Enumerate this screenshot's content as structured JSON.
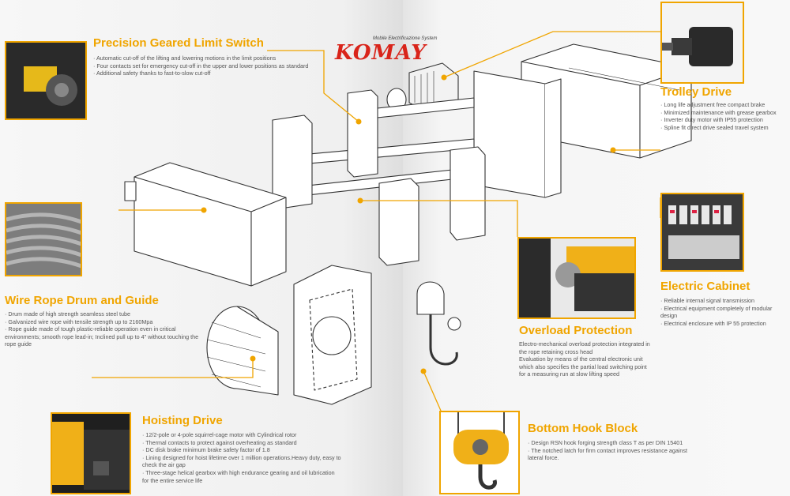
{
  "logo": {
    "brand": "KOMAY",
    "tagline": "Mobile Electrificazione System"
  },
  "sections": {
    "limit_switch": {
      "title": "Precision Geared Limit Switch",
      "bullets": [
        "Automatic cut-off of the lifting and lowering motions in the limit positions",
        "Four contacts set for emergency cut-off in the upper and lower positions as standard",
        "Additional safety thanks to fast-to-slow cut-off"
      ]
    },
    "wire_rope": {
      "title": "Wire Rope Drum and Guide",
      "bullets": [
        "Drum made of high strength seamless steel tube",
        "Galvanized wire rope with tensile strength up to 2160Mpa",
        "Rope guide made of tough plastic-reliable operation even in critical environments; smooth rope lead-in; Inclined pull up to 4\" without touching the rope guide"
      ]
    },
    "hoisting_drive": {
      "title": "Hoisting Drive",
      "bullets": [
        "12/2-pole or 4-pole squirrel-cage motor with Cylindrical rotor",
        "Thermal contacts to protect against overheating as standard",
        "DC disk brake minimum brake safety factor of 1.8",
        "Lining designed for hoist lifetime over 1 million operations.Heavy duty, easy to check the air gap",
        "Three-stage helical gearbox with high endurance gearing and oil lubrication for  the entire service life"
      ]
    },
    "trolley_drive": {
      "title": "Trolley Drive",
      "bullets": [
        "Long life adjustment free compact brake",
        "Minimized maintenance with grease gearbox",
        "Inverter duty motor with IP55 protection",
        "Spline fit direct drive sealed travel system"
      ]
    },
    "electric_cabinet": {
      "title": "Electric Cabinet",
      "bullets": [
        "Reliable internal signal transmission",
        "Electrical equipment completely of modular design",
        "Electrical enclosure with IP 55 protection"
      ]
    },
    "overload": {
      "title": "Overload Protection",
      "paragraphs": [
        "Electro-mechanical overload protection integrated in the rope retaining cross head",
        "Evaluation by means of the central electronic unit which also specifies the partial load switching point for a measuring run at slow lifting speed"
      ]
    },
    "hook_block": {
      "title": "Bottom Hook Block",
      "bullets": [
        "Design RSN hook forging strength class T as per DIN 15401",
        "The notched latch for firm contact improves resistance against lateral force."
      ]
    }
  },
  "colors": {
    "accent": "#f0a500",
    "brand_red": "#d9241a",
    "text": "#555555"
  },
  "icons": [
    "komay-logo",
    "hoist-exploded-diagram"
  ]
}
